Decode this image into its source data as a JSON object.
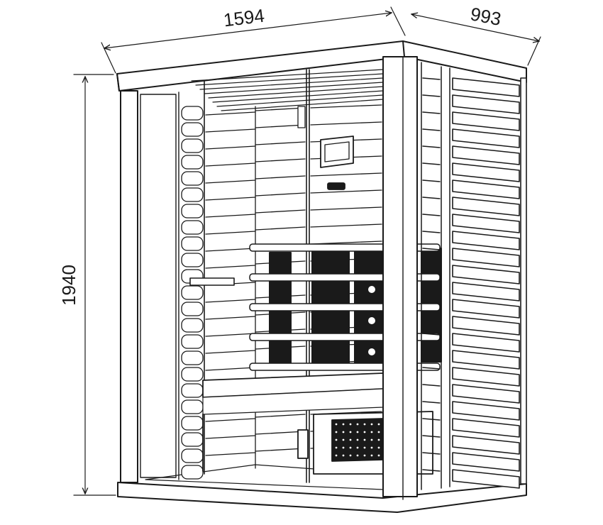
{
  "dimensions": {
    "width": "1594",
    "depth": "993",
    "height": "1940"
  },
  "colors": {
    "line": "#1a1a1a",
    "background": "#ffffff",
    "panel_dark": "#1a1a1a"
  }
}
